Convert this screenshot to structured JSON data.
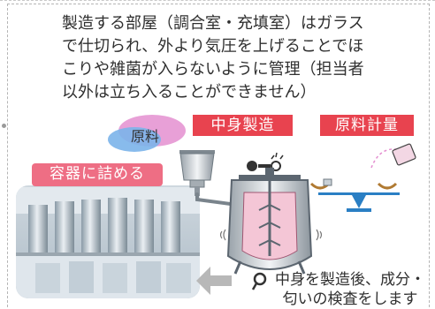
{
  "intro": {
    "lines": [
      "製造する部屋（調合室・充填室）はガラス",
      "で仕切られ、外より気圧を上げることでほ",
      "こりや雑菌が入らないように管理（担当者",
      "以外は立ち入ることができません）"
    ]
  },
  "labels": {
    "raw_material": "原料",
    "content_production": "中身製造",
    "raw_weighing": "原料計量",
    "fill_container": "容器に詰める"
  },
  "inspection": {
    "lines": [
      "中身を製造後、成分・",
      "匂いの検査をします"
    ]
  },
  "colors": {
    "label_red": "#e8434f",
    "label_pink": "#ee6e84",
    "tank_pink": "#f4c6d6",
    "scale_blue": "#2a7fc4",
    "arrow_gray": "#b8b8b8",
    "blob_blue": "#7bb4ea",
    "blob_pink": "#e48fd0"
  },
  "icons": [
    "tank-icon",
    "mixer-motor-icon",
    "funnel-icon",
    "scale-icon",
    "arrow-left-icon",
    "magnifier-icon",
    "filling-line-photo"
  ]
}
